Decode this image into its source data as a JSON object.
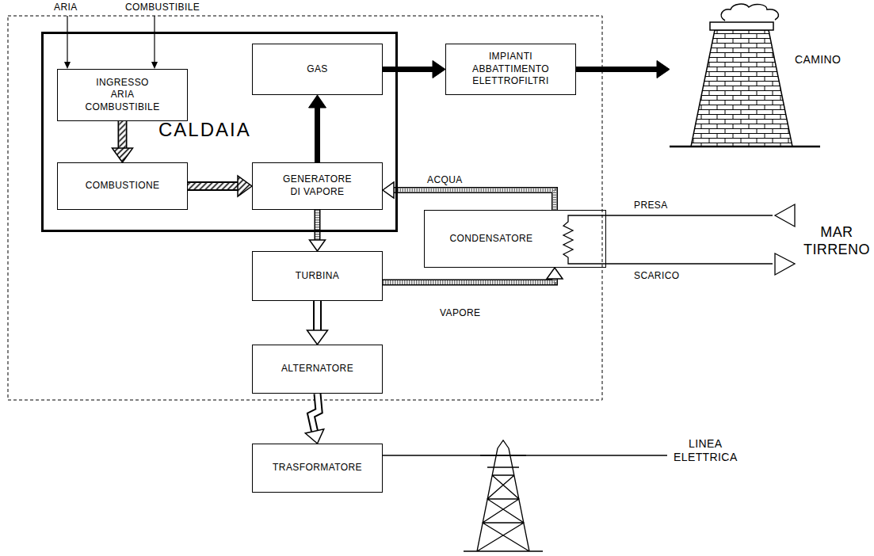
{
  "diagram": {
    "nodes": [
      {
        "text": [
          "CALDAIA"
        ]
      },
      {
        "text": [
          "INGRESSO ARIA COMBUSTIBILE"
        ],
        "in": 0
      },
      {
        "text": [
          "GAS"
        ],
        "in": 0
      },
      {
        "text": [
          "COMBUSTIONE"
        ],
        "in": 0
      },
      {
        "text": [
          "GENERATORE DI VAPORE"
        ],
        "in": 0
      },
      {
        "text": [
          "IMPIANTI ABBATTIMENTO ELETTROFILTRI"
        ]
      },
      {
        "text": [
          "CAMINO"
        ]
      },
      {
        "text": [
          "CONDENSATORE"
        ]
      },
      {
        "text": [
          "TURBINA"
        ]
      },
      {
        "text": [
          "ALTERNATORE"
        ]
      },
      {
        "text": [
          "TRASFORMATORE"
        ]
      }
    ],
    "edges": [
      {
        "from": 1,
        "to": 3,
        "arrow": "to"
      },
      {
        "from": 3,
        "to": 4,
        "arrow": "to"
      },
      {
        "from": 4,
        "to": 2,
        "arrow": "to"
      },
      {
        "from": 2,
        "to": 5,
        "arrow": "to"
      },
      {
        "from": 5,
        "to": 6,
        "arrow": "to"
      },
      {
        "from": 4,
        "to": 8,
        "arrow": "to"
      },
      {
        "from": 8,
        "to": 7,
        "label": "VAPORE",
        "arrow": "to"
      },
      {
        "from": 7,
        "to": 4,
        "label": "ACQUA",
        "arrow": "to"
      },
      {
        "from": 8,
        "to": 9,
        "arrow": "to"
      },
      {
        "from": 9,
        "to": 10,
        "arrow": "to"
      }
    ],
    "labels": [
      "ARIA",
      "COMBUSTIBILE",
      "PRESA",
      "MAR TIRRENO",
      "SCARICO",
      "LINEA ELETTRICA"
    ]
  }
}
